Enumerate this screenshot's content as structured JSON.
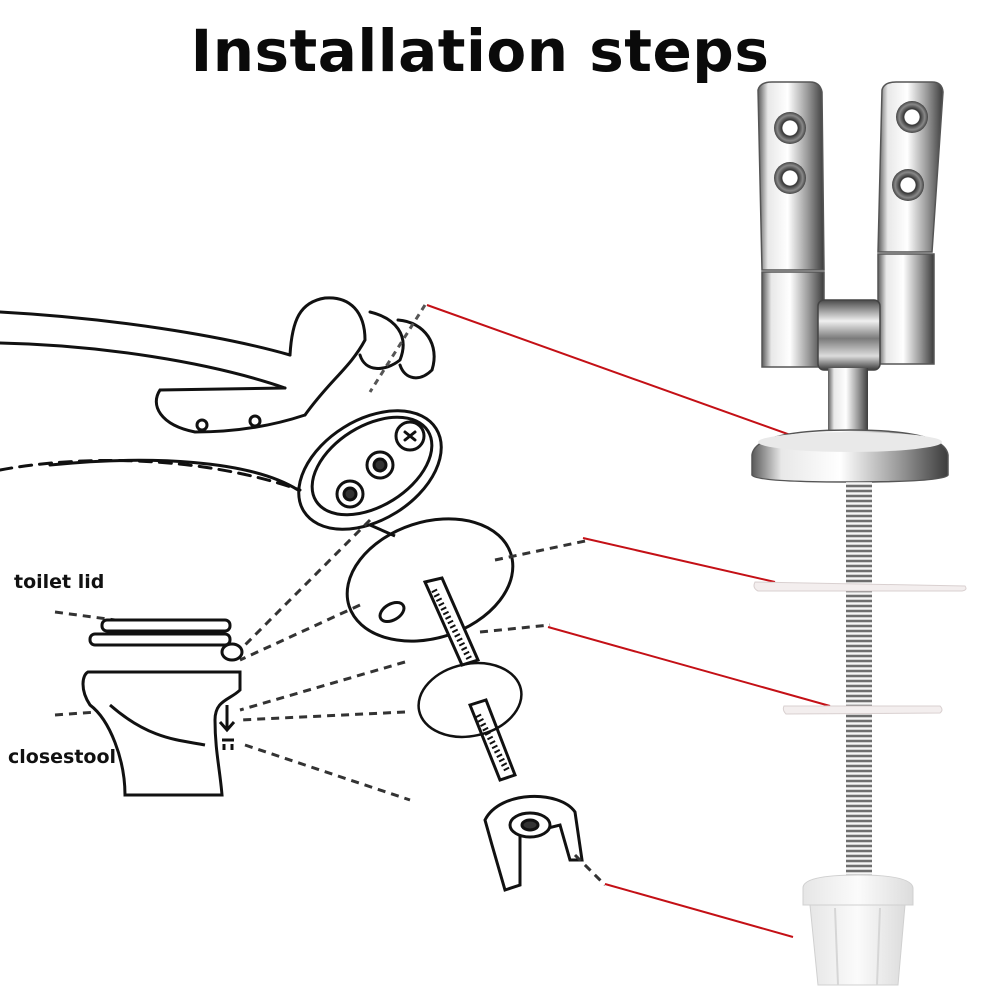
{
  "title": "Installation steps",
  "labels": {
    "toilet_lid": "toilet lid",
    "closestool": "closestool"
  },
  "colors": {
    "leader_line": "#c41016",
    "ink": "#111111",
    "chrome_light": "#f2f2f2",
    "chrome_dark": "#4a4a4a",
    "washer": "#f4f0f0",
    "nut": "#eeeeee"
  },
  "parts": [
    {
      "id": "hinge-bracket",
      "description": "chrome hinge bracket with base plate"
    },
    {
      "id": "upper-washer",
      "description": "white washer"
    },
    {
      "id": "lower-washer",
      "description": "white washer"
    },
    {
      "id": "threaded-bolt",
      "description": "threaded rod"
    },
    {
      "id": "wing-nut",
      "description": "white plastic nut"
    }
  ]
}
